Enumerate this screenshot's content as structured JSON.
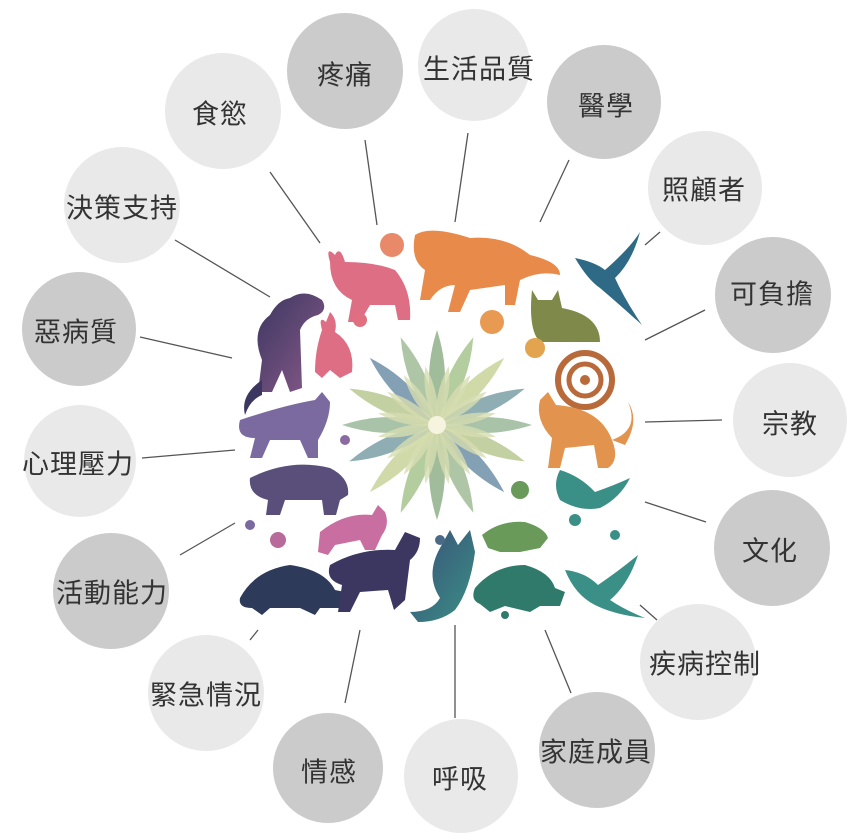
{
  "colors": {
    "light_circle": "#e9e9e9",
    "dark_circle": "#cbcbcb",
    "connector": "#555555",
    "text": "#333333"
  },
  "center_image": {
    "icon": "animals-mandala-illustration"
  },
  "labels": [
    {
      "id": "pain",
      "text": "疼痛",
      "shade": "dark"
    },
    {
      "id": "quality-of-life",
      "text": "生活品質",
      "shade": "light"
    },
    {
      "id": "medicine",
      "text": "醫學",
      "shade": "dark"
    },
    {
      "id": "caregiver",
      "text": "照顧者",
      "shade": "light"
    },
    {
      "id": "affordability",
      "text": "可負擔",
      "shade": "dark"
    },
    {
      "id": "religion",
      "text": "宗教",
      "shade": "light"
    },
    {
      "id": "culture",
      "text": "文化",
      "shade": "dark"
    },
    {
      "id": "disease-control",
      "text": "疾病控制",
      "shade": "light"
    },
    {
      "id": "family-members",
      "text": "家庭成員",
      "shade": "dark"
    },
    {
      "id": "breathing",
      "text": "呼吸",
      "shade": "light"
    },
    {
      "id": "emotion",
      "text": "情感",
      "shade": "dark"
    },
    {
      "id": "emergency",
      "text": "緊急情況",
      "shade": "light"
    },
    {
      "id": "mobility",
      "text": "活動能力",
      "shade": "dark"
    },
    {
      "id": "mental-stress",
      "text": "心理壓力",
      "shade": "light"
    },
    {
      "id": "cachexia",
      "text": "惡病質",
      "shade": "dark"
    },
    {
      "id": "decision-support",
      "text": "決策支持",
      "shade": "light"
    },
    {
      "id": "appetite",
      "text": "食慾",
      "shade": "light"
    }
  ]
}
